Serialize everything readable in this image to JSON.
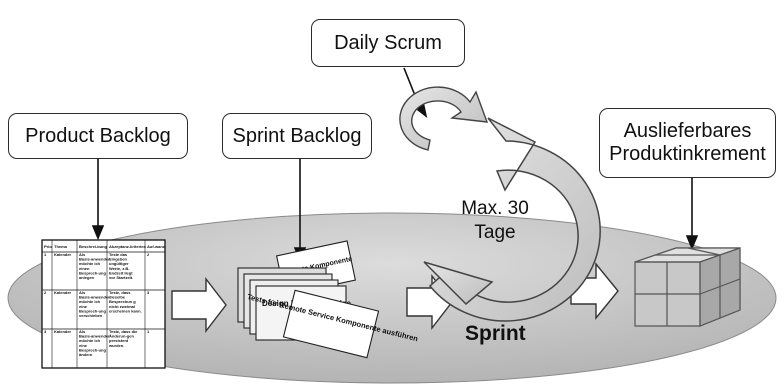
{
  "labels": {
    "product_backlog": "Product Backlog",
    "sprint_backlog": "Sprint Backlog",
    "daily_scrum": "Daily Scrum",
    "increment_line1": "Auslieferbares",
    "increment_line2": "Produktinkrement",
    "cycle_line1": "Max. 30",
    "cycle_line2": "Tage",
    "sprint": "Sprint"
  },
  "backlog_table": {
    "headers": [
      "Prio",
      "Thema",
      "Beschrei-bung",
      "Akzeptanz-kriterien",
      "Auf-wand"
    ],
    "rows": [
      [
        "1",
        "Kalender",
        "Als Basis-anwender möchte ich einen Besprech-ung anlegen",
        "Teste das Eingeben ungültiger Werte, z.B. Endzeit liegt vor Startzeit.",
        "2"
      ],
      [
        "2",
        "Kalender",
        "Als Basis-anwender möchte ich eine Besprech-ung verschieben",
        "Teste, dass dieselbe Besprechun g nicht zweimal erscheinen kann.",
        "3"
      ],
      [
        "3",
        "Kalender",
        "Als Basis-anwender möchte ich eine Besprech-ung ändern",
        "Teste, dass die Änderun-gen persistent wurden.",
        "1"
      ]
    ]
  },
  "task_cards": {
    "card_remote": "Remote Komponente",
    "card_design": "Design Remote Service",
    "card_tests": "Tests für Remote Service Komponente ausführen"
  },
  "colors": {
    "platform_fill": "#c9c9c9",
    "arrow_fill": "#ffffff",
    "cube_fill": "#c8c8c8",
    "outline": "#2b2b2b"
  }
}
